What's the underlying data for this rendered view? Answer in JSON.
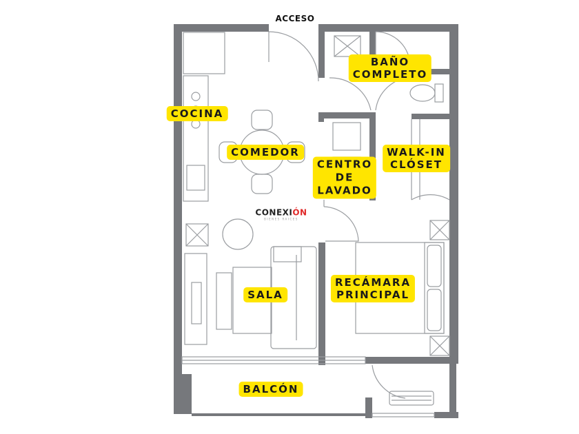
{
  "plan": {
    "entrance_label": "ACCESO",
    "rooms": {
      "kitchen": "COCINA",
      "dining": "COMEDOR",
      "laundry": [
        "CENTRO",
        "DE",
        "LAVADO"
      ],
      "bathroom": [
        "BAÑO",
        "COMPLETO"
      ],
      "closet": [
        "WALK-IN",
        "CLÓSET"
      ],
      "living": "SALA",
      "bedroom": [
        "RECÁMARA",
        "PRINCIPAL"
      ],
      "balcony": "BALCÓN"
    }
  },
  "logo": {
    "name_main": "CONEXI",
    "name_accent": "ÓN",
    "tagline": "BIENES RAICES"
  },
  "colors": {
    "wall": "#76787c",
    "label_bg": "#ffe500",
    "fixture": "#9a9da1",
    "logo_accent": "#e02a2a"
  }
}
